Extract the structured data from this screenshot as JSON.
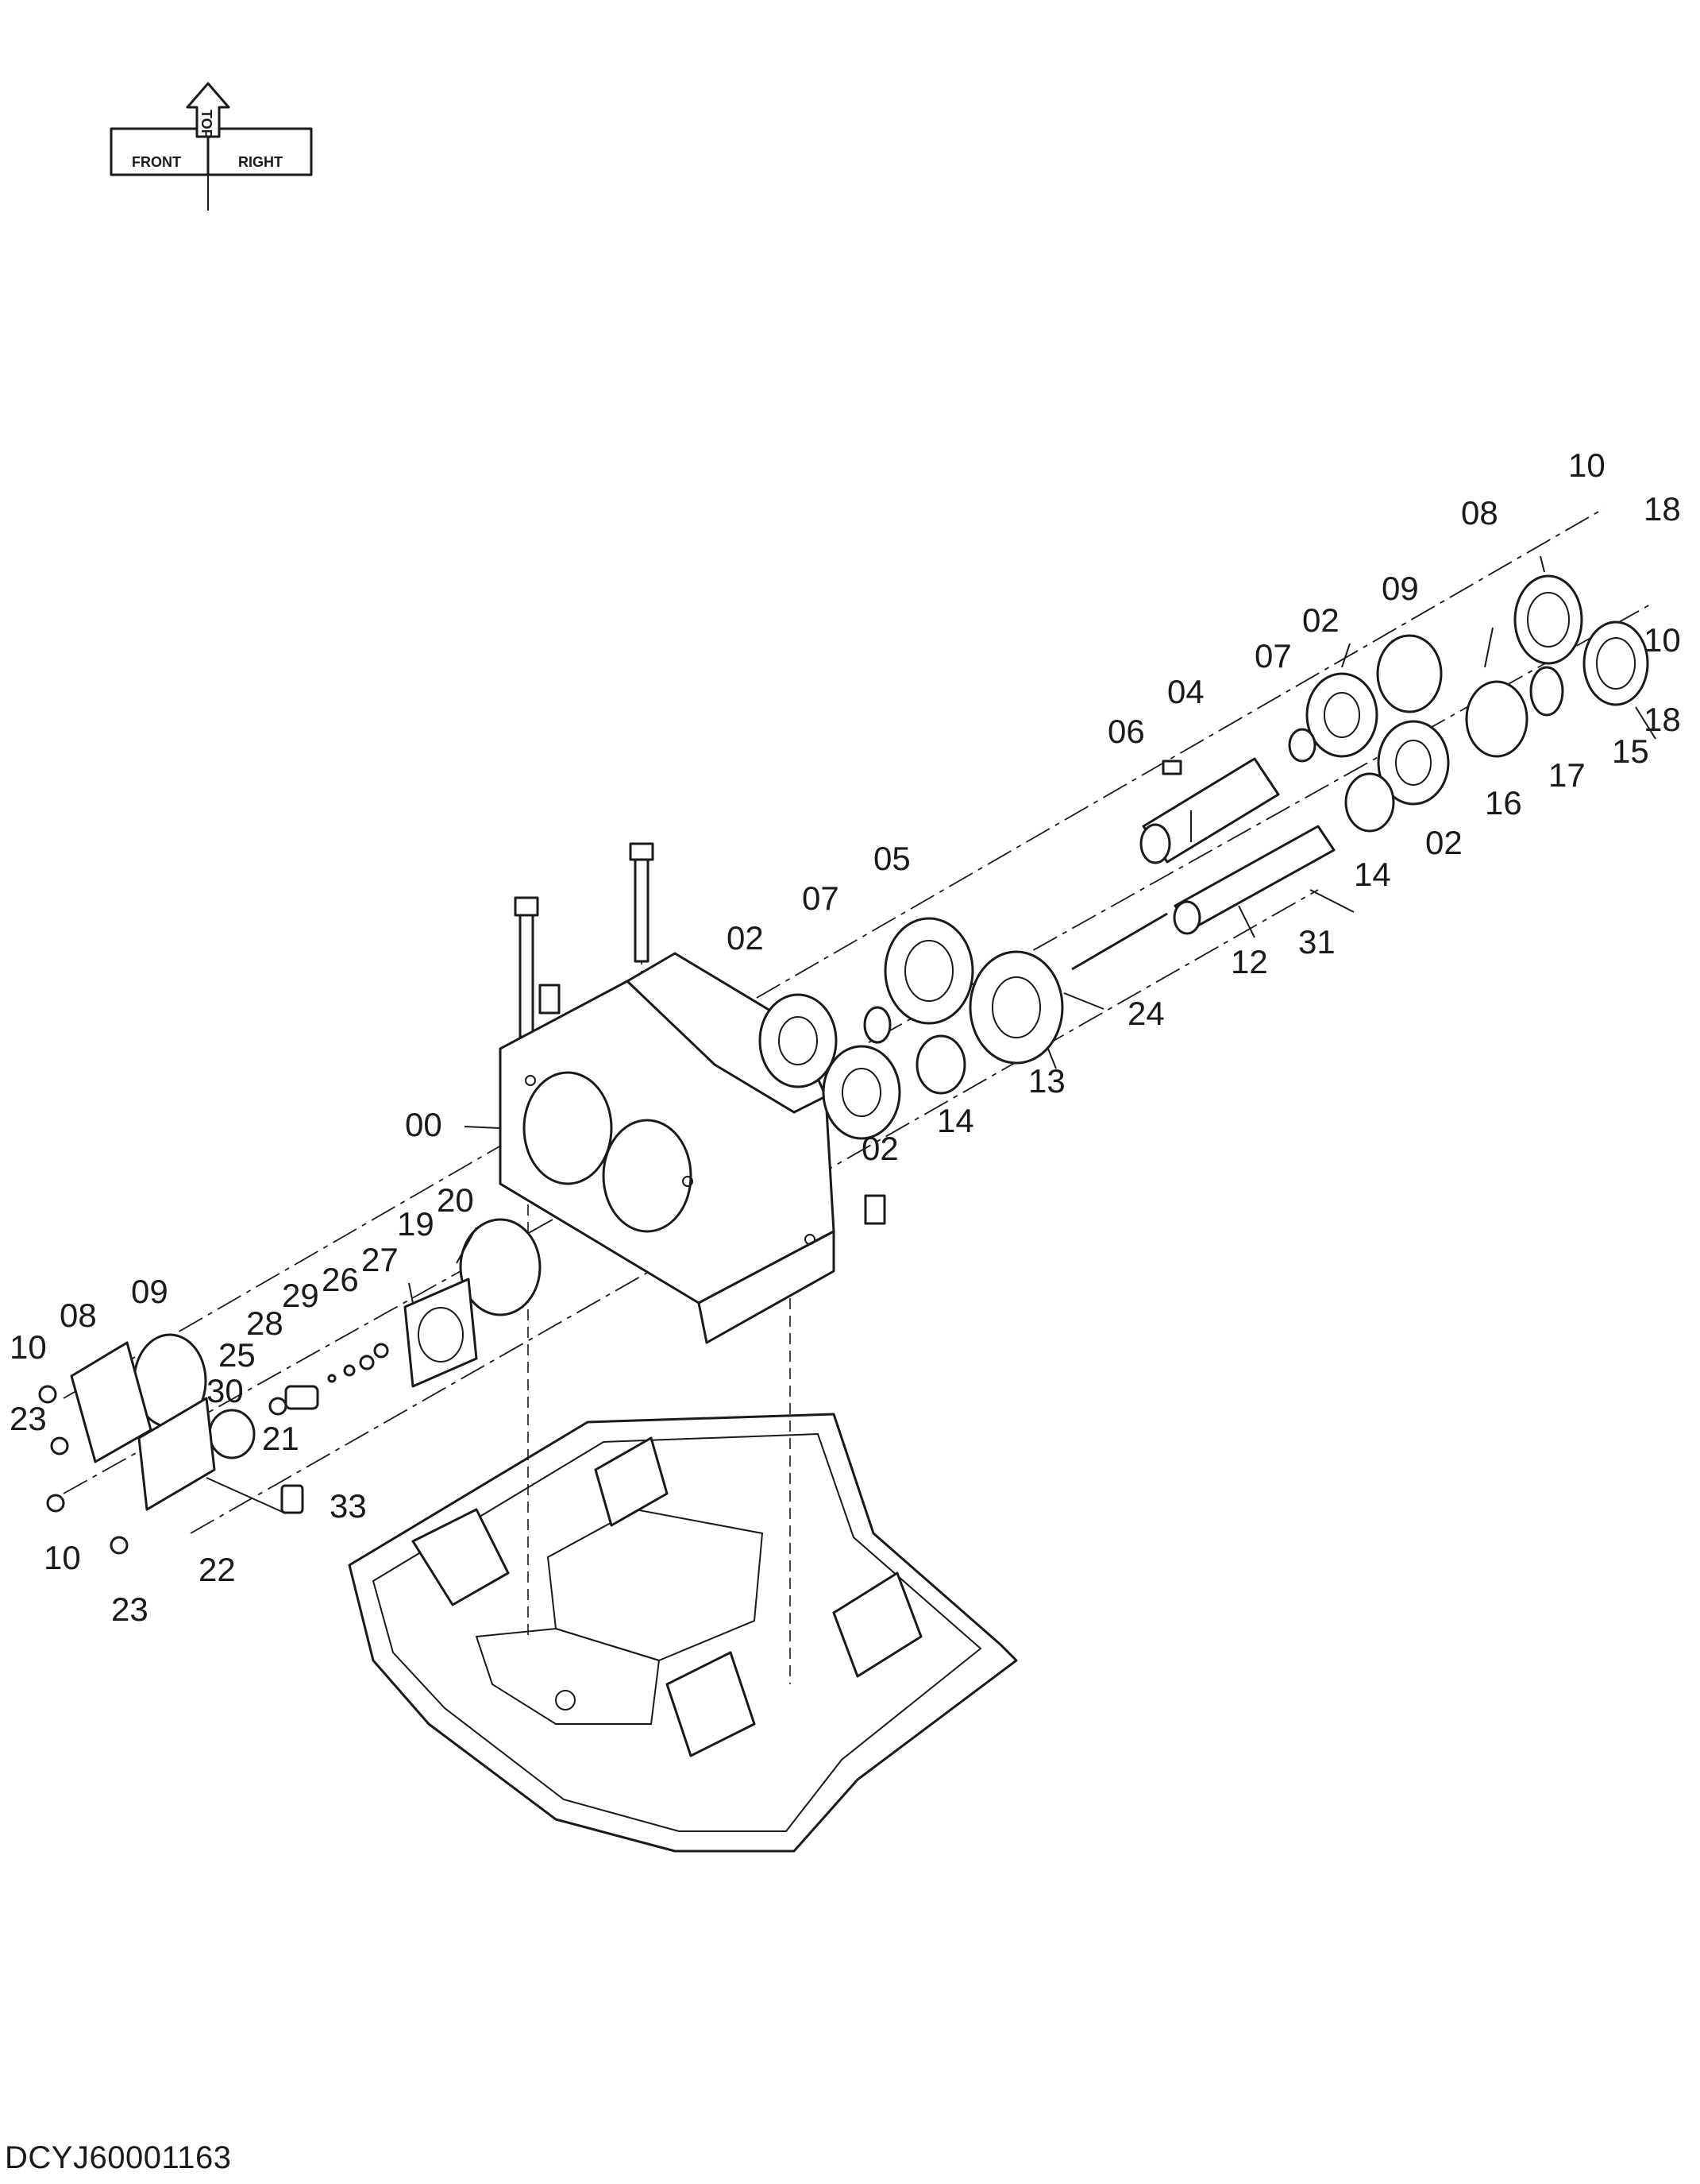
{
  "drawing_id": "DCYJ60001163",
  "compass": {
    "front": "FRONT",
    "top": "TOP",
    "right": "RIGHT"
  },
  "callouts": [
    "10",
    "18",
    "08",
    "09",
    "02",
    "07",
    "04",
    "06",
    "10",
    "15",
    "17",
    "18",
    "16",
    "02",
    "14",
    "12",
    "31",
    "05",
    "07",
    "02",
    "24",
    "13",
    "14",
    "02",
    "00",
    "20",
    "19",
    "27",
    "26",
    "29",
    "28",
    "09",
    "08",
    "25",
    "30",
    "21",
    "10",
    "23",
    "33",
    "10",
    "22",
    "23"
  ]
}
